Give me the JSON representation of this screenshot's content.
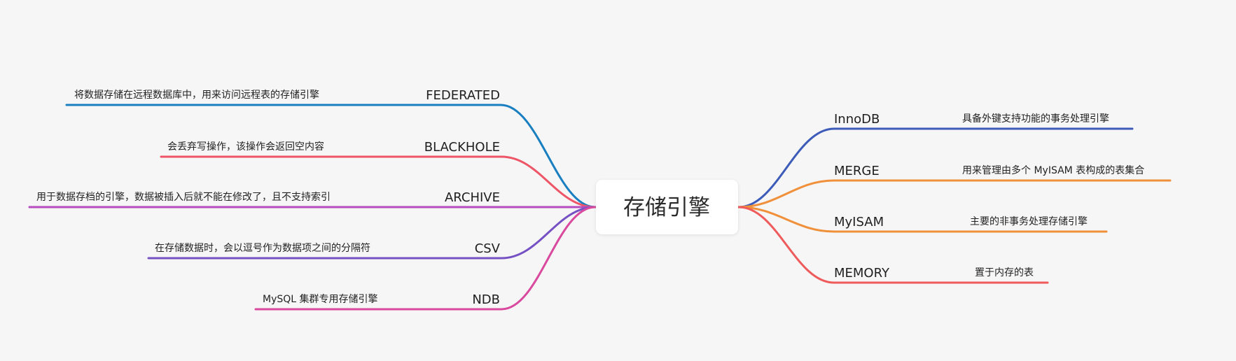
{
  "center": {
    "label": "存储引擎"
  },
  "left_branches": [
    {
      "label": "FEDERATED",
      "desc": "将数据存储在远程数据库中，用来访问远程表的存储引擎",
      "color": "#1a7fc0"
    },
    {
      "label": "BLACKHOLE",
      "desc": "会丢弃写操作，该操作会返回空内容",
      "color": "#ee5567"
    },
    {
      "label": "ARCHIVE",
      "desc": "用于数据存档的引擎，数据被插入后就不能在修改了，且不支持索引",
      "color": "#b54cbf"
    },
    {
      "label": "CSV",
      "desc": "在存储数据时，会以逗号作为数据项之间的分隔符",
      "color": "#7651c4"
    },
    {
      "label": "NDB",
      "desc": "MySQL 集群专用存储引擎",
      "color": "#d94a9f"
    }
  ],
  "right_branches": [
    {
      "label": "InnoDB",
      "desc": "具备外键支持功能的事务处理引擎",
      "color": "#3d5bb8"
    },
    {
      "label": "MERGE",
      "desc": "用来管理由多个 MyISAM 表构成的表集合",
      "color": "#f0903a"
    },
    {
      "label": "MyISAM",
      "desc": "主要的非事务处理存储引擎",
      "color": "#f0903a"
    },
    {
      "label": "MEMORY",
      "desc": "置于内存的表",
      "color": "#ef5a5a"
    }
  ]
}
